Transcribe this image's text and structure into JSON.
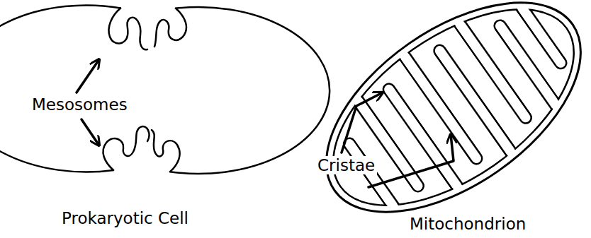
{
  "diagram": {
    "labels": [
      "Mesosomes",
      "Prokaryotic Cell",
      "Cristae",
      "Mitochondrion"
    ]
  }
}
